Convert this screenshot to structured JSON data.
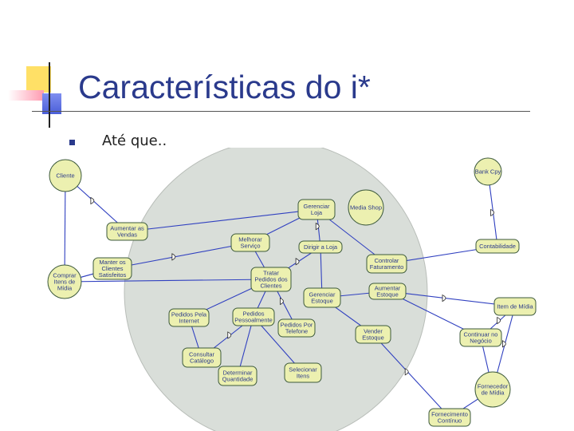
{
  "slide": {
    "title": "Características do i*",
    "bullet": "Até que.."
  },
  "colors": {
    "title": "#2a3a8c",
    "boundary_fill": "#d9ded9",
    "node_fill": "#ecf0b0",
    "node_stroke": "#3d5a3d",
    "link": "#3040c0",
    "logo_yellow": "#ffe066",
    "logo_blue": "#5a6ee0",
    "logo_pink": "#ff9ab0"
  },
  "diagram": {
    "actors": [
      {
        "id": "cliente",
        "lines": [
          "Cliente"
        ]
      },
      {
        "id": "bankcpy",
        "lines": [
          "Bank Cpy"
        ]
      },
      {
        "id": "comprar",
        "lines": [
          "Comprar",
          "Itens de",
          "Mídia"
        ]
      },
      {
        "id": "fornecedor",
        "lines": [
          "Fornecedor",
          "de Mídia"
        ]
      },
      {
        "id": "mediashop",
        "lines": [
          "Media Shop"
        ]
      }
    ],
    "tasks": [
      {
        "id": "aumentar-vendas",
        "lines": [
          "Aumentar as",
          "Vendas"
        ]
      },
      {
        "id": "manter-clientes",
        "lines": [
          "Manter os",
          "Clientes",
          "Satisfeitos"
        ]
      },
      {
        "id": "gerenciar-loja",
        "lines": [
          "Gerenciar",
          "Loja"
        ]
      },
      {
        "id": "melhorar-servico",
        "lines": [
          "Melhorar",
          "Serviço"
        ]
      },
      {
        "id": "dirigir-loja",
        "lines": [
          "Dirigir a Loja"
        ]
      },
      {
        "id": "controlar-faturamento",
        "lines": [
          "Controlar",
          "Faturamento"
        ]
      },
      {
        "id": "contabilidade",
        "lines": [
          "Contabilidade"
        ]
      },
      {
        "id": "tratar-pedidos",
        "lines": [
          "Tratar",
          "Pedidos dos",
          "Clientes"
        ]
      },
      {
        "id": "gerenciar-estoque",
        "lines": [
          "Gerenciar",
          "Estoque"
        ]
      },
      {
        "id": "aumentar-estoque",
        "lines": [
          "Aumentar",
          "Estoque"
        ]
      },
      {
        "id": "item-midia",
        "lines": [
          "Item de Mídia"
        ]
      },
      {
        "id": "pedidos-internet",
        "lines": [
          "Pedidos Pela",
          "Internet"
        ]
      },
      {
        "id": "pedidos-pessoalmente",
        "lines": [
          "Pedidos",
          "Pessoalmente"
        ]
      },
      {
        "id": "pedidos-telefone",
        "lines": [
          "Pedidos Por",
          "Telefone"
        ]
      },
      {
        "id": "vender-estoque",
        "lines": [
          "Vender",
          "Estoque"
        ]
      },
      {
        "id": "continuar-negocio",
        "lines": [
          "Continuar no",
          "Negócio"
        ]
      },
      {
        "id": "consultar-catalogo",
        "lines": [
          "Consultar",
          "Catálogo"
        ]
      },
      {
        "id": "determinar-quantidade",
        "lines": [
          "Determinar",
          "Quantidade"
        ]
      },
      {
        "id": "selecionar-itens",
        "lines": [
          "Selecionar",
          "Itens"
        ]
      },
      {
        "id": "fornecimento-continuo",
        "lines": [
          "Fornecimento",
          "Contínuo"
        ]
      }
    ]
  }
}
